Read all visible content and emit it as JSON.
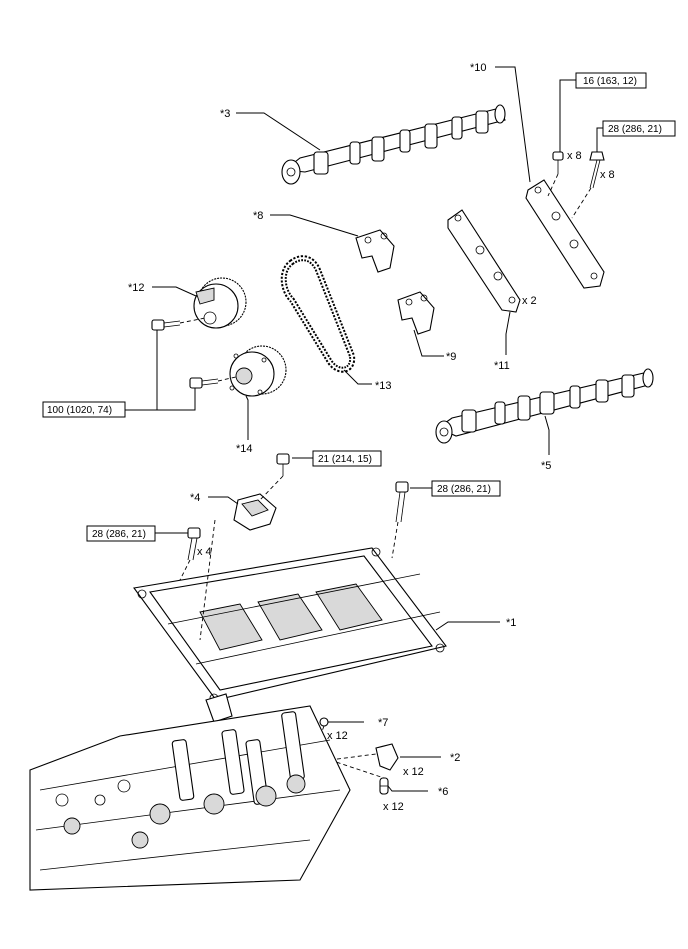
{
  "part_labels": {
    "p1": "*1",
    "p2": "*2",
    "p3": "*3",
    "p4": "*4",
    "p5": "*5",
    "p6": "*6",
    "p7": "*7",
    "p8": "*8",
    "p9": "*9",
    "p10": "*10",
    "p11": "*11",
    "p12": "*12",
    "p13": "*13",
    "p14": "*14"
  },
  "quantities": {
    "cap_bolts_16": "x 8",
    "cap_bolts_28": "x 8",
    "cap_pair": "x 2",
    "housing_bolts": "x 4",
    "lash_adjuster": "x 12",
    "rocker_arm": "x 12",
    "valve_cap": "x 12"
  },
  "torque_specs": {
    "cap_bolt_small": "16 (163, 12)",
    "cap_bolt_large": "28 (286, 21)",
    "gear_bolts": "100 (1020, 74)",
    "tensioner_bolt": "21 (214, 15)",
    "housing_bolt_right": "28 (286, 21)",
    "housing_bolt_left": "28 (286, 21)"
  }
}
